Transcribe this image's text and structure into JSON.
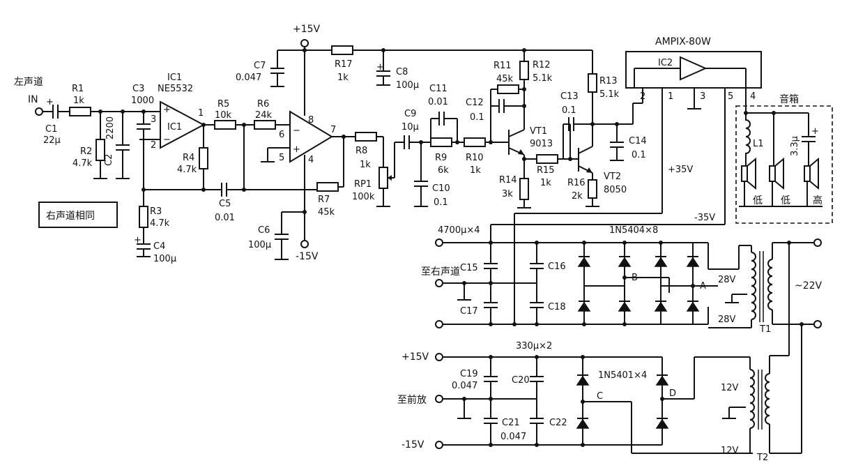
{
  "labels": {
    "left_channel": "左声道",
    "in": "IN",
    "right_same": "右声道相同",
    "ic1_name": "IC1",
    "ic1_part": "NE5532",
    "ic1_inner": "IC1",
    "plus15": "+15V",
    "minus15": "-15V",
    "amp_title": "AMPIX-80W",
    "ic2": "IC2",
    "speaker_box": "音箱",
    "low1": "低",
    "low2": "低",
    "high": "高",
    "l1": "L1",
    "cap33": "3.3μ",
    "plus35": "+35V",
    "minus35": "-35V",
    "cap4700": "4700μ×4",
    "diode8": "1N5404×8",
    "to_right": "至右声道",
    "node_b": "B",
    "node_a": "A",
    "v28a": "28V",
    "v28b": "28V",
    "t1": "T1",
    "v22": "~22V",
    "cap330": "330μ×2",
    "diode4": "1N5401×4",
    "to_pre": "至前放",
    "p15v": "+15V",
    "m15v": "-15V",
    "node_c": "C",
    "node_d": "D",
    "v12a": "12V",
    "v12b": "12V",
    "t2": "T2",
    "pin1": "1",
    "pin2": "2",
    "pin3": "3",
    "pin4": "4",
    "pin5": "5",
    "pin6": "6",
    "pin7": "7",
    "pin8": "8",
    "ic2pin1": "1",
    "ic2pin2": "2",
    "ic2pin3": "3",
    "ic2pin4": "4",
    "ic2pin5": "5",
    "plus": "+",
    "minus": "−"
  },
  "components": {
    "r1": {
      "name": "R1",
      "value": "1k"
    },
    "c1": {
      "name": "C1",
      "value": "22μ"
    },
    "r2": {
      "name": "R2",
      "value": "4.7k"
    },
    "c2": {
      "name": "C2",
      "value": "2200"
    },
    "c3": {
      "name": "C3",
      "value": "1000"
    },
    "r3": {
      "name": "R3",
      "value": "4.7k"
    },
    "c4": {
      "name": "C4",
      "value": "100μ"
    },
    "r4": {
      "name": "R4",
      "value": "4.7k"
    },
    "r5": {
      "name": "R5",
      "value": "10k"
    },
    "r6": {
      "name": "R6",
      "value": "24k"
    },
    "c5": {
      "name": "C5",
      "value": "0.01"
    },
    "c6": {
      "name": "C6",
      "value": "100μ"
    },
    "c7": {
      "name": "C7",
      "value": "0.047"
    },
    "r7": {
      "name": "R7",
      "value": "45k"
    },
    "r17": {
      "name": "R17",
      "value": "1k"
    },
    "c8": {
      "name": "C8",
      "value": "100μ"
    },
    "r8": {
      "name": "R8",
      "value": "1k"
    },
    "rp1": {
      "name": "RP1",
      "value": "100k"
    },
    "c9": {
      "name": "C9",
      "value": "10μ"
    },
    "c10": {
      "name": "C10",
      "value": "0.1"
    },
    "c11": {
      "name": "C11",
      "value": "0.01"
    },
    "r9": {
      "name": "R9",
      "value": "6k"
    },
    "r10": {
      "name": "R10",
      "value": "1k"
    },
    "c12": {
      "name": "C12",
      "value": "0.1"
    },
    "r11": {
      "name": "R11",
      "value": "45k"
    },
    "r12": {
      "name": "R12",
      "value": "5.1k"
    },
    "vt1": {
      "name": "VT1",
      "value": "9013"
    },
    "r14": {
      "name": "R14",
      "value": "3k"
    },
    "r15": {
      "name": "R15",
      "value": "1k"
    },
    "c13": {
      "name": "C13",
      "value": "0.1"
    },
    "r13": {
      "name": "R13",
      "value": "5.1k"
    },
    "c14": {
      "name": "C14",
      "value": "0.1"
    },
    "r16": {
      "name": "R16",
      "value": "2k"
    },
    "vt2": {
      "name": "VT2",
      "value": "8050"
    },
    "c15": {
      "name": "C15"
    },
    "c16": {
      "name": "C16"
    },
    "c17": {
      "name": "C17"
    },
    "c18": {
      "name": "C18"
    },
    "c19": {
      "name": "C19",
      "value": "0.047"
    },
    "c20": {
      "name": "C20"
    },
    "c21": {
      "name": "C21",
      "value": "0.047"
    },
    "c22": {
      "name": "C22"
    }
  }
}
